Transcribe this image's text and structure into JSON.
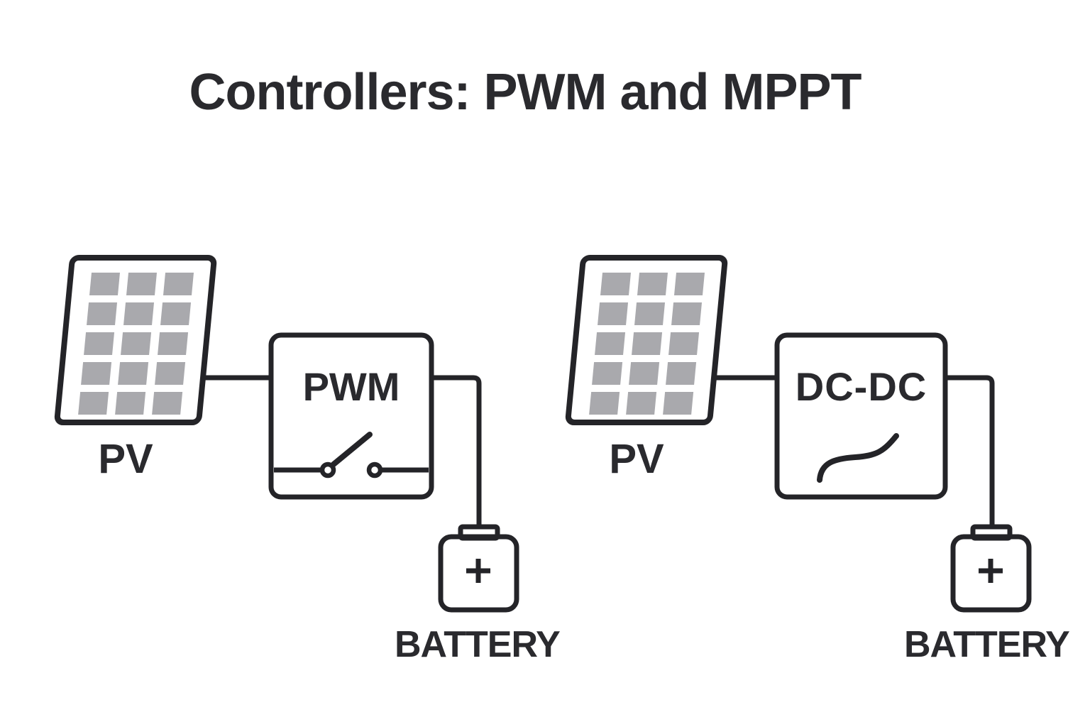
{
  "title": "Controllers: PWM and MPPT",
  "left_diagram": {
    "pv_label": "PV",
    "controller_label": "PWM",
    "battery_label": "BATTERY",
    "battery_polarity": "+",
    "controller_symbol": "open-switch"
  },
  "right_diagram": {
    "pv_label": "PV",
    "controller_label": "DC-DC",
    "battery_label": "BATTERY",
    "battery_polarity": "+",
    "controller_symbol": "mppt-curve"
  },
  "pv_panel": {
    "rows": 5,
    "columns": 3
  },
  "colors": {
    "stroke": "#242428",
    "text": "#2a2a2e",
    "cell_fill": "#a9a9ad",
    "background": "#ffffff"
  }
}
